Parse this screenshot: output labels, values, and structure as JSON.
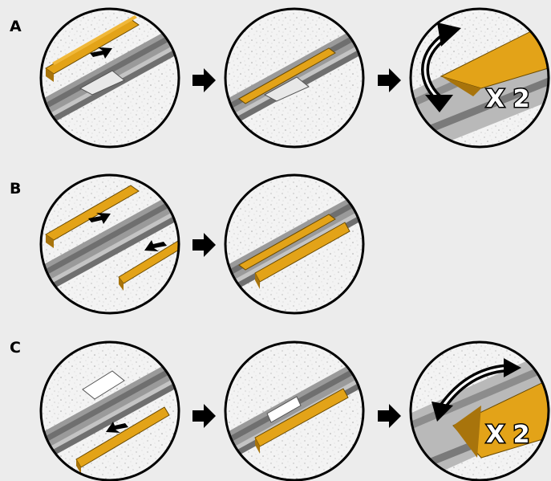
{
  "rows": [
    {
      "label": "A",
      "multiplier": "X 2"
    },
    {
      "label": "B"
    },
    {
      "label": "C",
      "multiplier": "X 2"
    }
  ],
  "colors": {
    "background": "#ececec",
    "concrete": "#f2f2f2",
    "rail_dark": "#6f6f6f",
    "rail_mid": "#9a9a9a",
    "rail_light": "#c4c4c4",
    "insert_gold": "#e3a318",
    "insert_dark": "#a8740c",
    "outline": "#000000"
  }
}
